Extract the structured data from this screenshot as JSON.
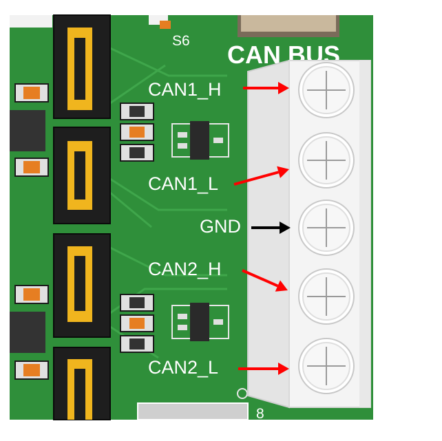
{
  "board": {
    "header_label": "CAN BUS",
    "switch_label": "S6",
    "bottom_mark": "8",
    "colors": {
      "pcb": "#2f8f3a",
      "pcb_trace": "#3a9c45",
      "terminal": "#f2f2f2",
      "arrow_signal": "#ff0000",
      "arrow_ground": "#000000"
    }
  },
  "terminals": [
    {
      "label": "CAN1_H",
      "arrow_color": "#ff0000"
    },
    {
      "label": "CAN1_L",
      "arrow_color": "#ff0000"
    },
    {
      "label": "GND",
      "arrow_color": "#000000"
    },
    {
      "label": "CAN2_H",
      "arrow_color": "#ff0000"
    },
    {
      "label": "CAN2_L",
      "arrow_color": "#ff0000"
    }
  ]
}
